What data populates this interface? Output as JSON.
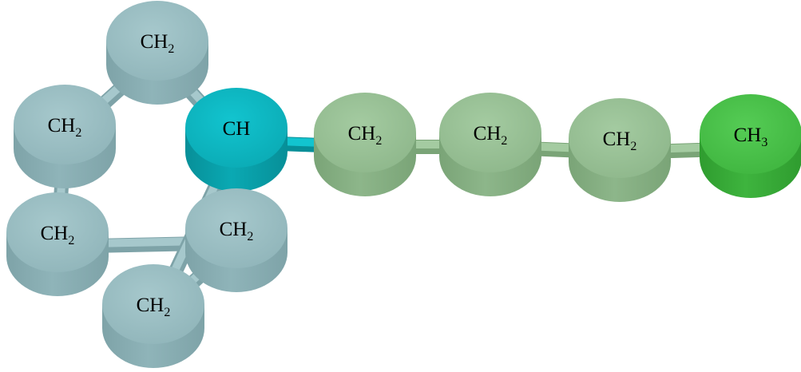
{
  "molecule": {
    "groups": [
      {
        "id": "g0",
        "label": "CH",
        "sub": "",
        "color": "cyan"
      },
      {
        "id": "g1",
        "label": "CH",
        "sub": "2",
        "color": "ring"
      },
      {
        "id": "g2",
        "label": "CH",
        "sub": "2",
        "color": "ring"
      },
      {
        "id": "g3",
        "label": "CH",
        "sub": "2",
        "color": "ring"
      },
      {
        "id": "g4",
        "label": "CH",
        "sub": "2",
        "color": "ring"
      },
      {
        "id": "g5",
        "label": "CH",
        "sub": "2",
        "color": "ring"
      },
      {
        "id": "g6",
        "label": "CH",
        "sub": "2",
        "color": "chain"
      },
      {
        "id": "g7",
        "label": "CH",
        "sub": "2",
        "color": "chain"
      },
      {
        "id": "g8",
        "label": "CH",
        "sub": "2",
        "color": "chain"
      },
      {
        "id": "g9",
        "label": "CH",
        "sub": "3",
        "color": "green"
      }
    ],
    "bonds": [
      [
        "g1",
        "g2"
      ],
      [
        "g1",
        "g0"
      ],
      [
        "g2",
        "g3"
      ],
      [
        "g3",
        "g4"
      ],
      [
        "g4",
        "g5"
      ],
      [
        "g5",
        "g0"
      ],
      [
        "g0",
        "g6"
      ],
      [
        "g6",
        "g7"
      ],
      [
        "g7",
        "g8"
      ],
      [
        "g8",
        "g9"
      ]
    ],
    "palette": {
      "ring": {
        "top": "#a6c8cc",
        "side": "#8fb4b9",
        "shade": "#7ea3a8"
      },
      "cyan": {
        "top": "#12c4cf",
        "side": "#0aa9b3",
        "shade": "#078f98"
      },
      "chain": {
        "top": "#a4cba1",
        "side": "#8db68a",
        "shade": "#7aa477"
      },
      "green": {
        "top": "#55cc55",
        "side": "#3eb43e",
        "shade": "#2f9c2f"
      }
    }
  }
}
